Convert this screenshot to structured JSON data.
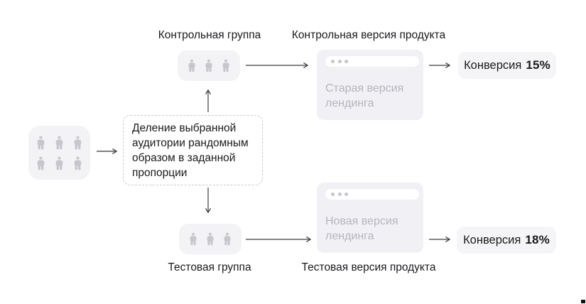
{
  "flow": {
    "audience": {
      "people_count": 6
    },
    "split_step": {
      "text": "Деление выбранной\nаудитории рандомным\nобразом в заданной\nпропорции"
    },
    "control_branch": {
      "group_label": "Контрольная группа",
      "version_label": "Контрольная версия продукта",
      "screen_caption": "Старая версия\nлендинга",
      "conversion_label": "Конверсия",
      "conversion_value": "15%"
    },
    "test_branch": {
      "group_label": "Тестовая группа",
      "version_label": "Тестовая версия продукта",
      "screen_caption": "Новая версия\nлендинга",
      "conversion_label": "Конверсия",
      "conversion_value": "18%"
    }
  },
  "colors": {
    "background": "#ffffff",
    "panel_bg": "#f3f3f6",
    "screen_bg": "#f1f1f5",
    "badge_bg": "#f5f5f8",
    "person_icon": "#c6c6cc",
    "muted_text": "#b5b5bd",
    "dark_text": "#1a1a1e",
    "arrow": "#3c3c40",
    "dashed_border": "#c9c9d1"
  }
}
